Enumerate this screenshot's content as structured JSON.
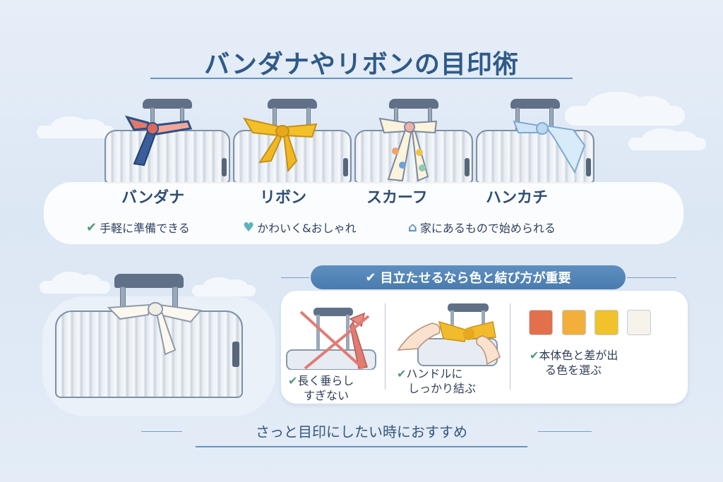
{
  "title": "バンダナやリボンの目印術",
  "items": [
    {
      "name": "バンダナ",
      "icon": "bandana-paisley-red-blue"
    },
    {
      "name": "リボン",
      "icon": "ribbon-yellow"
    },
    {
      "name": "スカーフ",
      "icon": "scarf-floral-pastel"
    },
    {
      "name": "ハンカチ",
      "icon": "handkerchief-light-blue"
    }
  ],
  "features": [
    {
      "icon": "check-icon",
      "glyph": "✔",
      "label": "手軽に準備できる"
    },
    {
      "icon": "heart-icon",
      "glyph": "♥",
      "label": "かわいく&おしゃれ"
    },
    {
      "icon": "house-icon",
      "glyph": "⌂",
      "label": "家にあるもので始められる"
    }
  ],
  "tips": {
    "header": {
      "glyph": "✔",
      "label": "目立たせるなら色と結び方が重要"
    },
    "items": [
      {
        "glyph": "✔",
        "line1": "長く垂らし",
        "line2": "すぎない"
      },
      {
        "glyph": "✔",
        "line1": "ハンドルに",
        "line2": "しっかり結ぶ"
      },
      {
        "glyph": "✔",
        "line1": "本体色と差が出",
        "line2": "る色を選ぶ"
      }
    ],
    "swatches": [
      "#e2704a",
      "#f2b03a",
      "#f2c22c",
      "#f6f3ea"
    ]
  },
  "footer": "さっと目印にしたい時におすすめ",
  "colors": {
    "accent": "#2f5a88",
    "pill": "#5486b9",
    "check": "#4f9a7c"
  }
}
